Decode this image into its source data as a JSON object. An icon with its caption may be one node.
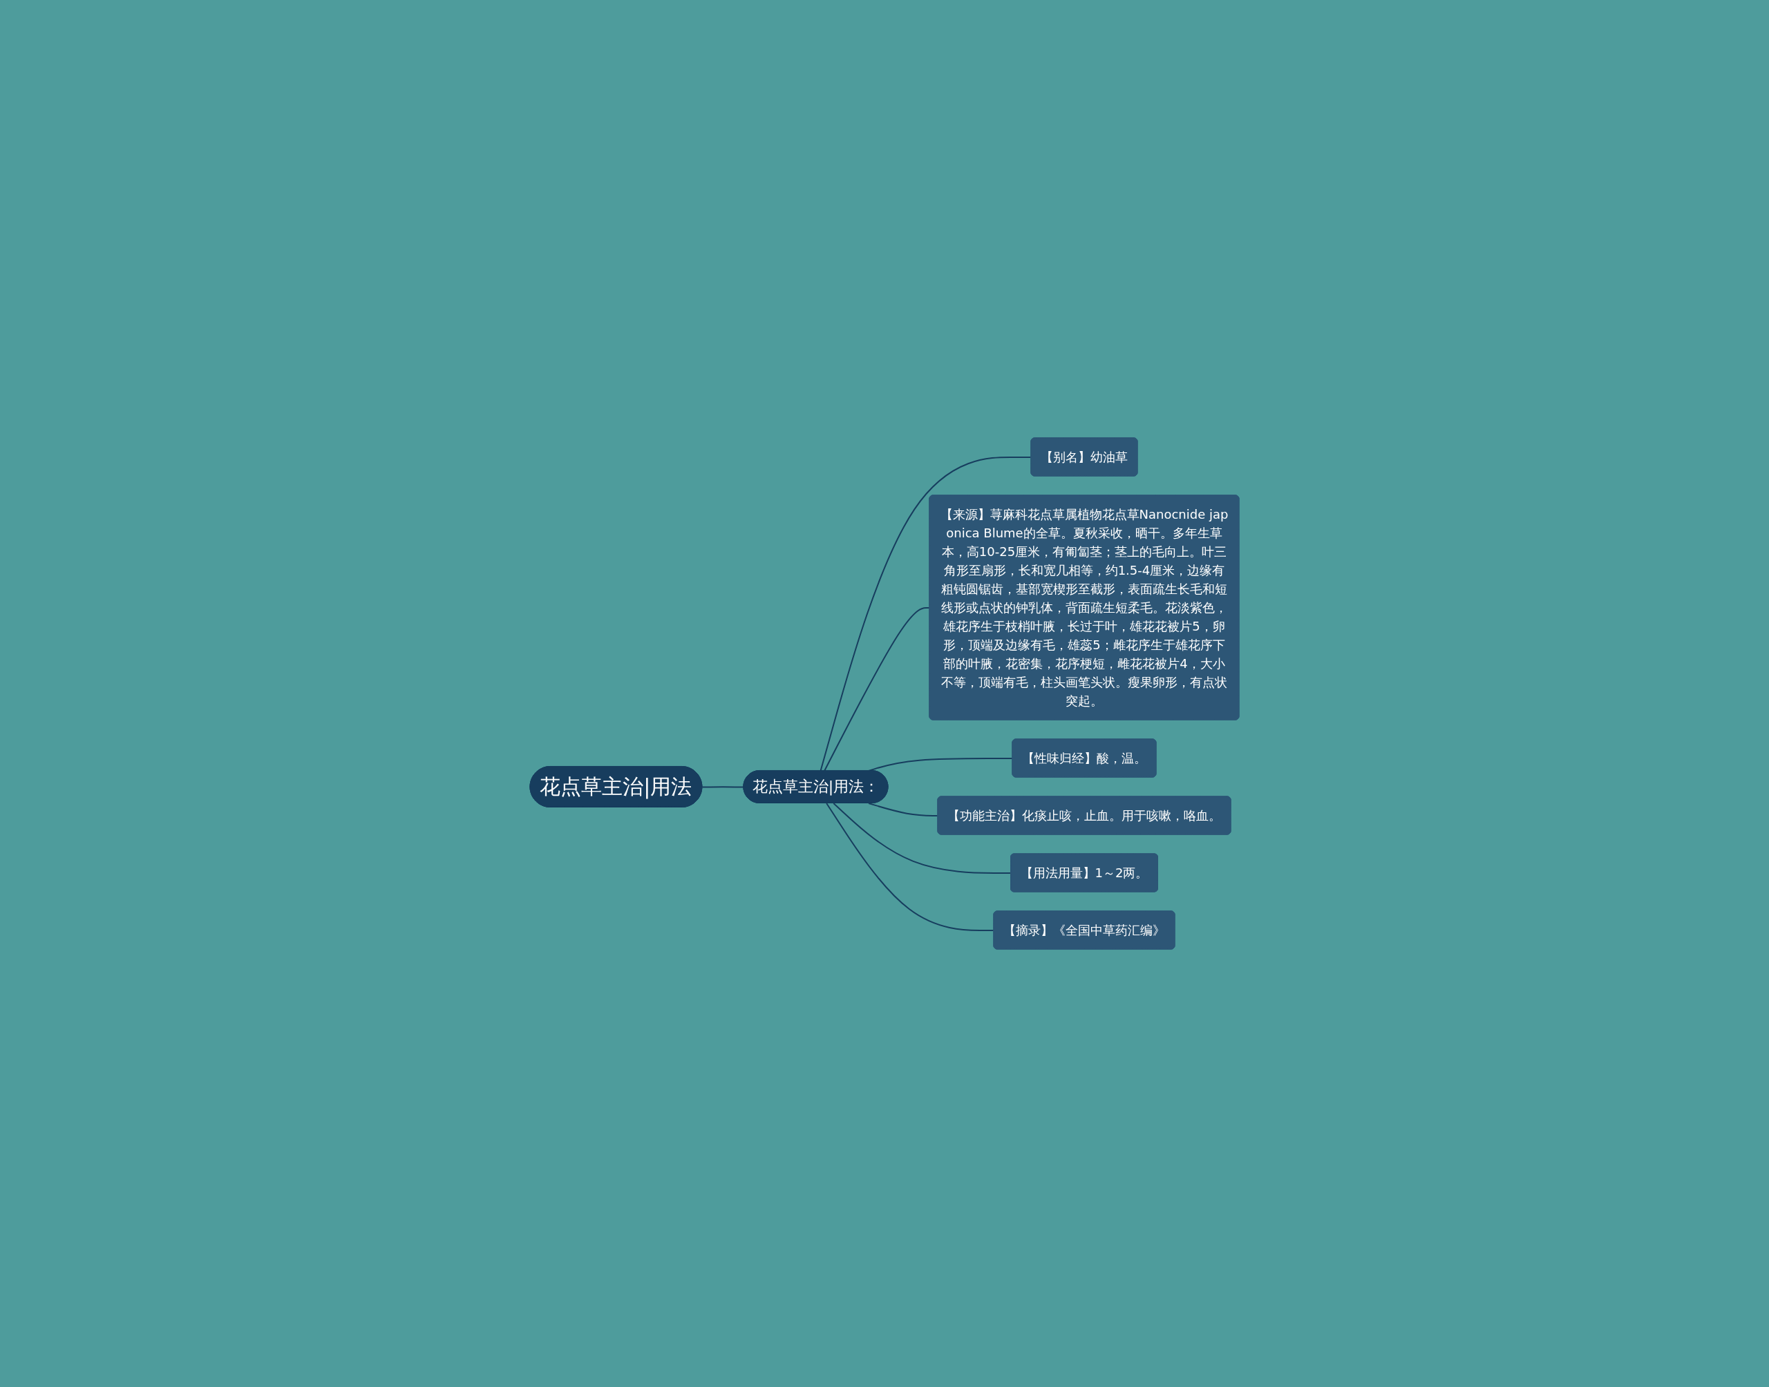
{
  "diagram": {
    "nodes": [
      {
        "text": [
          "花点草主治|用法"
        ]
      },
      {
        "text": [
          "花点草主治|用法："
        ]
      },
      {
        "text": [
          "【别名】幼油草"
        ]
      },
      {
        "text": [
          "【来源】荨麻科花点草属植物花点草Nanocnide japonica Blume的全草。夏秋采收，晒干。多年生草本，高10-25厘米，有匍匐茎；茎上的毛向上。叶三角形至扇形，长和宽几相等，约1.5-4厘米，边缘有粗钝圆锯齿，基部宽楔形至截形，表面疏生长毛和短线形或点状的钟乳体，背面疏生短柔毛。花淡紫色，雄花序生于枝梢叶腋，长过于叶，雄花花被片5，卵形，顶端及边缘有毛，雄蕊5；雌花序生于雄花序下部的叶腋，花密集，花序梗短，雌花花被片4，大小不等，顶端有毛，柱头画笔头状。瘦果卵形，有点状突起。"
        ]
      },
      {
        "text": [
          "【性味归经】酸，温。"
        ]
      },
      {
        "text": [
          "【功能主治】化痰止咳，止血。用于咳嗽，咯血。"
        ]
      },
      {
        "text": [
          "【用法用量】1～2两。"
        ]
      },
      {
        "text": [
          "【摘录】《全国中草药汇编》"
        ]
      }
    ],
    "edges": [
      {
        "from": 0,
        "to": 1,
        "arrow": "none"
      },
      {
        "from": 1,
        "to": 2,
        "arrow": "none"
      },
      {
        "from": 1,
        "to": 3,
        "arrow": "none"
      },
      {
        "from": 1,
        "to": 4,
        "arrow": "none"
      },
      {
        "from": 1,
        "to": 5,
        "arrow": "none"
      },
      {
        "from": 1,
        "to": 6,
        "arrow": "none"
      },
      {
        "from": 1,
        "to": 7,
        "arrow": "none"
      }
    ]
  }
}
